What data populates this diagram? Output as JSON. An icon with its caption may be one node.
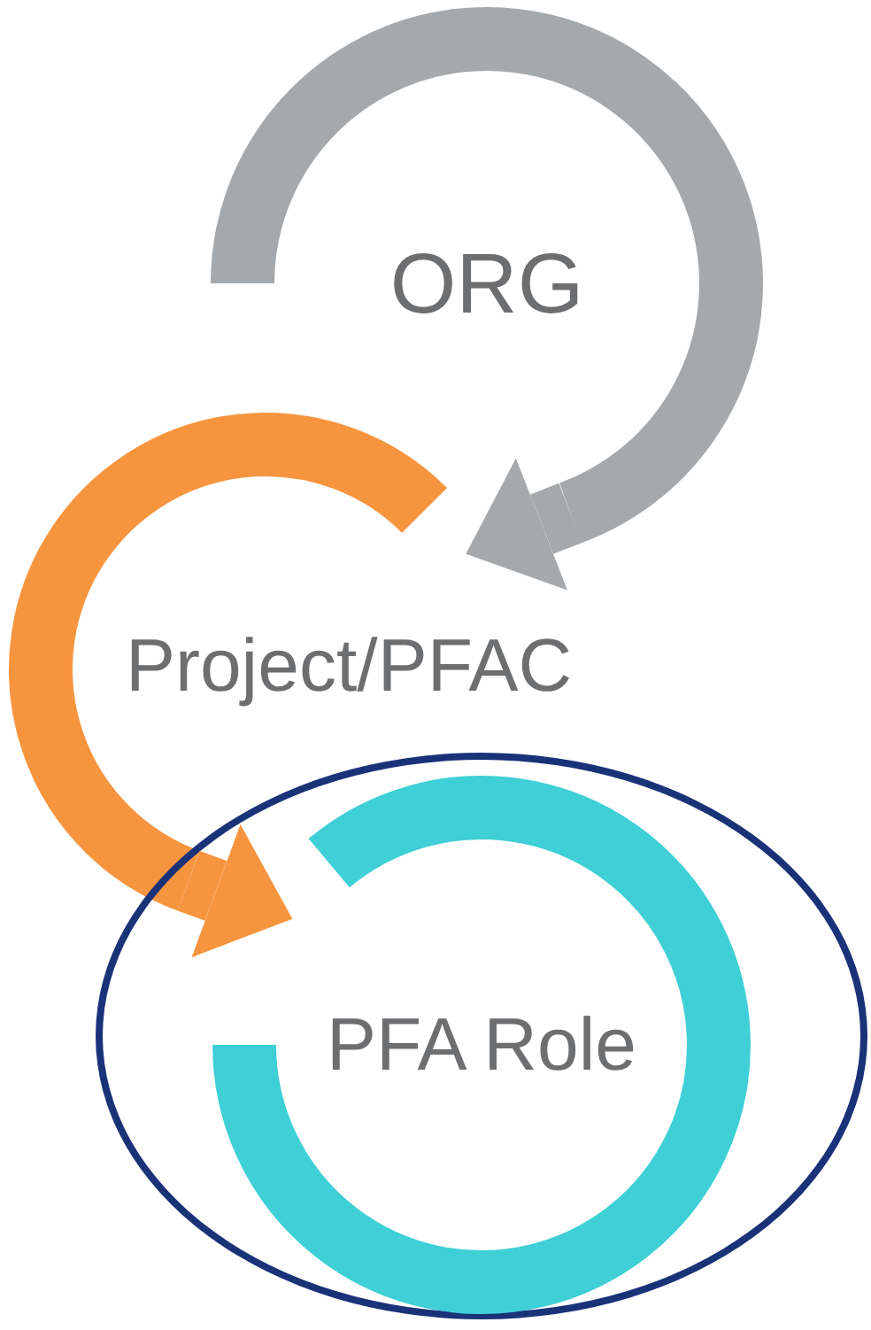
{
  "diagram": {
    "nodes": [
      {
        "text": [
          "ORG"
        ]
      },
      {
        "text": [
          "Project/PFAC"
        ]
      },
      {
        "text": [],
        "shape": "circle"
      },
      {
        "text": [
          "PFA Role"
        ],
        "in": 2
      }
    ],
    "edges": [
      {
        "from": 0,
        "to": 1,
        "arrow": "to",
        "color": "#a5a9ab"
      },
      {
        "from": 1,
        "to": 3,
        "arrow": "to",
        "color": "#f7953f"
      }
    ]
  }
}
